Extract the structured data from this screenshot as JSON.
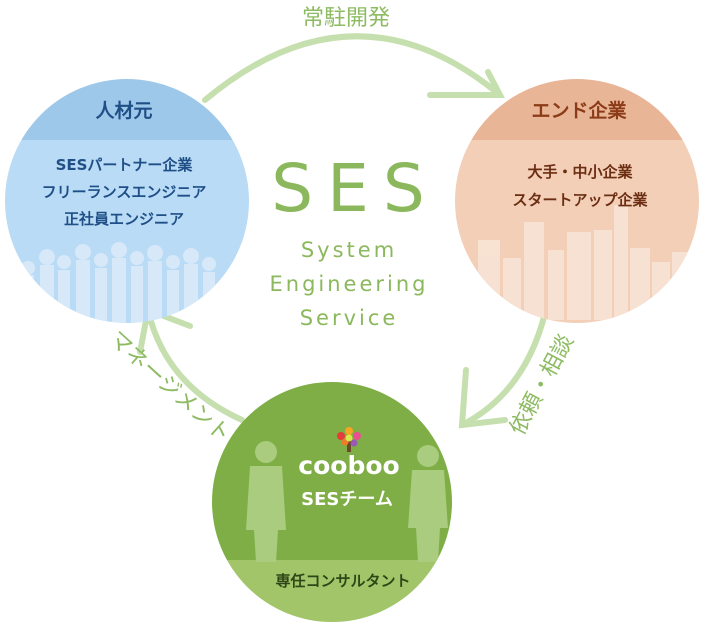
{
  "flows": {
    "top": "常駐開発",
    "right": "依頼・相談",
    "left": "マネージメント"
  },
  "center": {
    "title": "SES",
    "lines": [
      "System",
      "Engineering",
      "Service"
    ]
  },
  "left_circle": {
    "heading": "人材元",
    "items": [
      "SESパートナー企業",
      "フリーランスエンジニア",
      "正社員エンジニア"
    ],
    "color_head": "#9ec8ea",
    "color_body": "#b9dbf6"
  },
  "right_circle": {
    "heading": "エンド企業",
    "items": [
      "大手・中小企業",
      "スタートアップ企業"
    ],
    "color_head": "#e9b597",
    "color_body": "#f3cfb8"
  },
  "bottom_circle": {
    "logo": "cooboo",
    "team": "SESチーム",
    "band": "専任コンサルタント",
    "color_main": "#7eae45",
    "color_band": "#a1c568"
  },
  "colors": {
    "arrow": "#c6dfae",
    "accent_green": "#8bb85c"
  }
}
